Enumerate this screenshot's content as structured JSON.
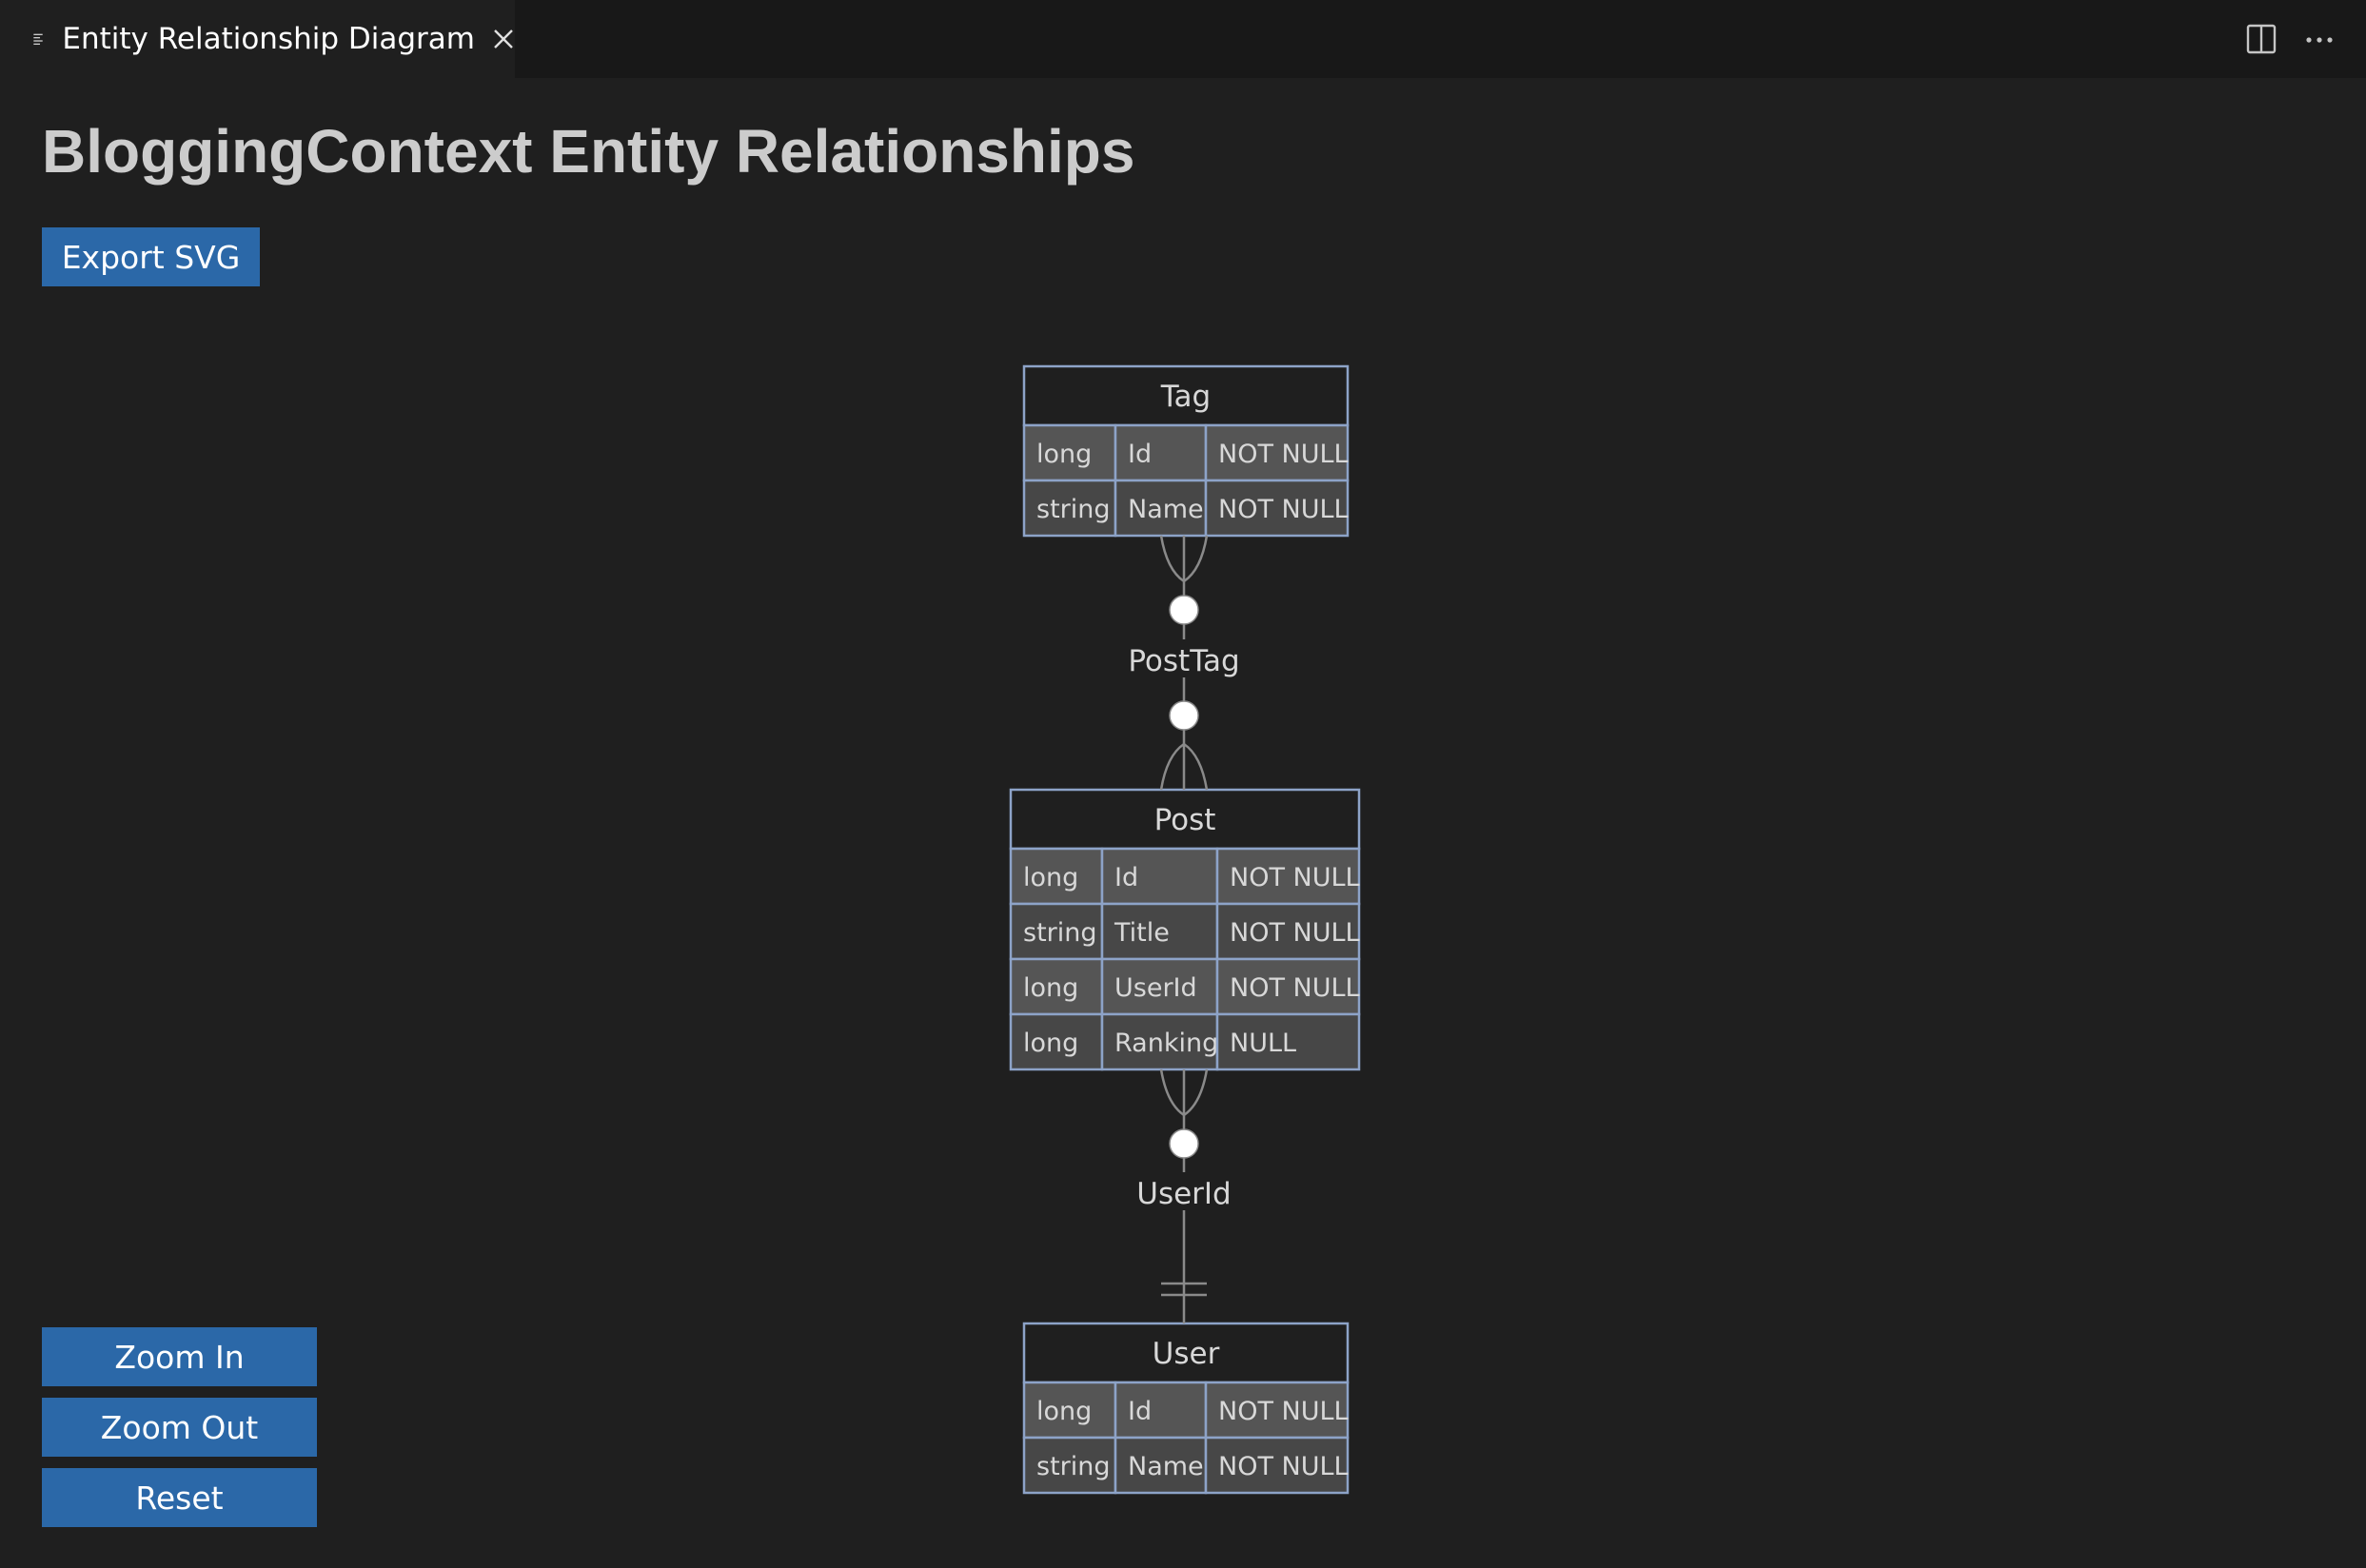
{
  "tab": {
    "title": "Entity Relationship Diagram",
    "icon": "lines-icon",
    "close_icon": "close-icon"
  },
  "toolbar": {
    "split_icon": "split-editor-icon",
    "more_icon": "more-actions-icon"
  },
  "page": {
    "title": "BloggingContext Entity Relationships"
  },
  "buttons": {
    "export": "Export SVG",
    "zoom_in": "Zoom In",
    "zoom_out": "Zoom Out",
    "reset": "Reset"
  },
  "diagram": {
    "entities": [
      {
        "name": "Tag",
        "columns": [
          {
            "type": "long",
            "name": "Id",
            "nullability": "NOT NULL"
          },
          {
            "type": "string",
            "name": "Name",
            "nullability": "NOT NULL"
          }
        ]
      },
      {
        "name": "Post",
        "columns": [
          {
            "type": "long",
            "name": "Id",
            "nullability": "NOT NULL"
          },
          {
            "type": "string",
            "name": "Title",
            "nullability": "NOT NULL"
          },
          {
            "type": "long",
            "name": "UserId",
            "nullability": "NOT NULL"
          },
          {
            "type": "long",
            "name": "Ranking",
            "nullability": "NULL"
          }
        ]
      },
      {
        "name": "User",
        "columns": [
          {
            "type": "long",
            "name": "Id",
            "nullability": "NOT NULL"
          },
          {
            "type": "string",
            "name": "Name",
            "nullability": "NOT NULL"
          }
        ]
      }
    ],
    "relationships": [
      {
        "label": "PostTag",
        "from": "Tag",
        "to": "Post",
        "from_cardinality": "zero-or-many",
        "to_cardinality": "zero-or-many"
      },
      {
        "label": "UserId",
        "from": "Post",
        "to": "User",
        "from_cardinality": "zero-or-many",
        "to_cardinality": "exactly-one"
      }
    ],
    "colors": {
      "entity_border": "#8da3c8",
      "header_fill": "#1f1f1f",
      "row_fill": "#555555",
      "row_fill_alt": "#474747",
      "line": "#8a8a8a",
      "text": "#d8d8d8"
    }
  },
  "colors": {
    "background": "#1f1f1f",
    "tabbar": "#181818",
    "button": "#2b68a8",
    "title": "#cccccc"
  }
}
